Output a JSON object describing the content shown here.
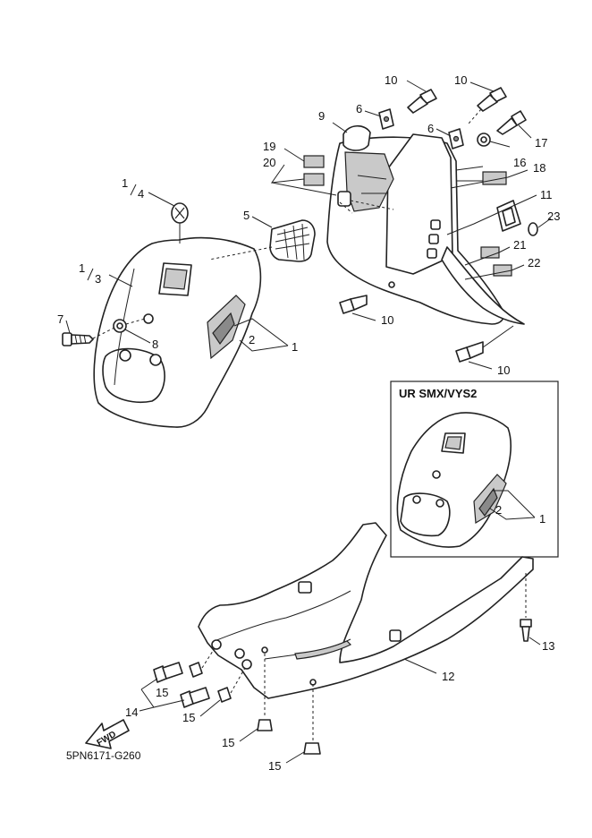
{
  "diagram": {
    "drawing_code": "5PN6171-G260",
    "inset_title": "UR SMX/VYS2",
    "fwd_label": "FWD",
    "callouts": {
      "c1_top": "1",
      "c4_top": "4",
      "c1_mid": "1",
      "c3_mid": "3",
      "c2_main": "2",
      "c1_main": "1",
      "c5": "5",
      "c7": "7",
      "c8": "8",
      "c9": "9",
      "c6_a": "6",
      "c6_b": "6",
      "c10_a": "10",
      "c10_b": "10",
      "c10_c": "10",
      "c10_d": "10",
      "c11": "11",
      "c16": "16",
      "c17": "17",
      "c18": "18",
      "c19": "19",
      "c20": "20",
      "c21": "21",
      "c22": "22",
      "c23": "23",
      "c2_inset": "2",
      "c1_inset": "1",
      "c12": "12",
      "c13": "13",
      "c14": "14",
      "c15_a": "15",
      "c15_b": "15",
      "c15_c": "15",
      "c15_d": "15"
    }
  }
}
